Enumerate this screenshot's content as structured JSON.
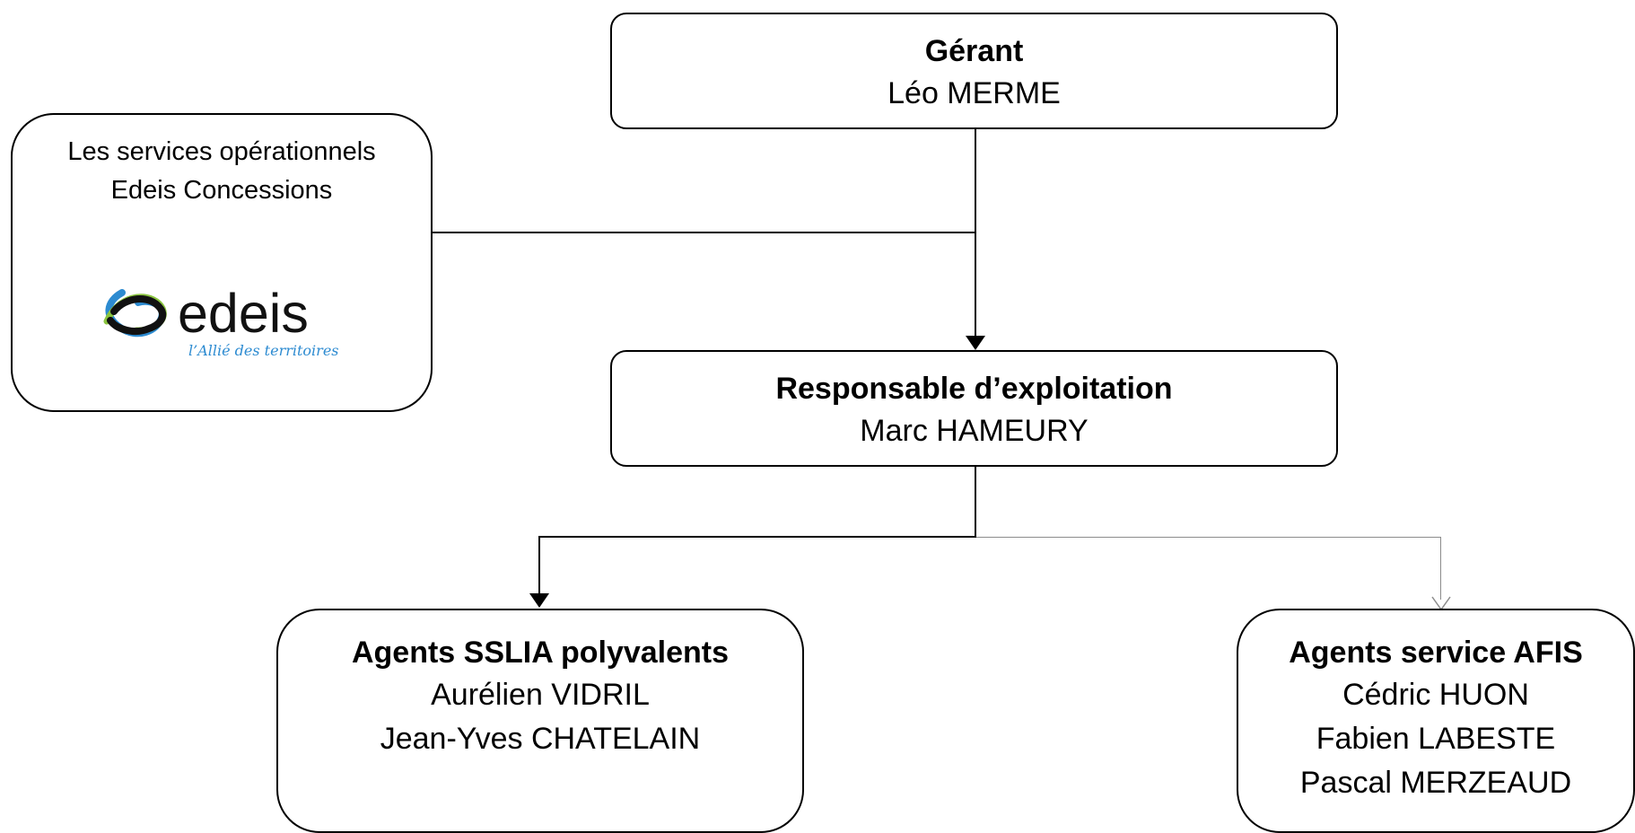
{
  "colors": {
    "line": "#000000",
    "background": "#ffffff",
    "logo_dark": "#111111",
    "logo_blue": "#2d8bd1",
    "logo_green": "#8ac43f"
  },
  "org_chart": {
    "manager": {
      "title": "Gérant",
      "name": "Léo MERME"
    },
    "services": {
      "line1": "Les services opérationnels",
      "line2": "Edeis Concessions",
      "logo": {
        "wordmark": "edeis",
        "tagline": "l’Allié des territoires"
      }
    },
    "operations_manager": {
      "title": "Responsable d’exploitation",
      "name": "Marc HAMEURY"
    },
    "sslia_agents": {
      "title": "Agents SSLIA polyvalents",
      "members": [
        "Aurélien VIDRIL",
        "Jean-Yves CHATELAIN"
      ]
    },
    "afis_agents": {
      "title": "Agents service AFIS",
      "members": [
        "Cédric HUON",
        "Fabien LABESTE",
        "Pascal MERZEAUD"
      ]
    }
  }
}
